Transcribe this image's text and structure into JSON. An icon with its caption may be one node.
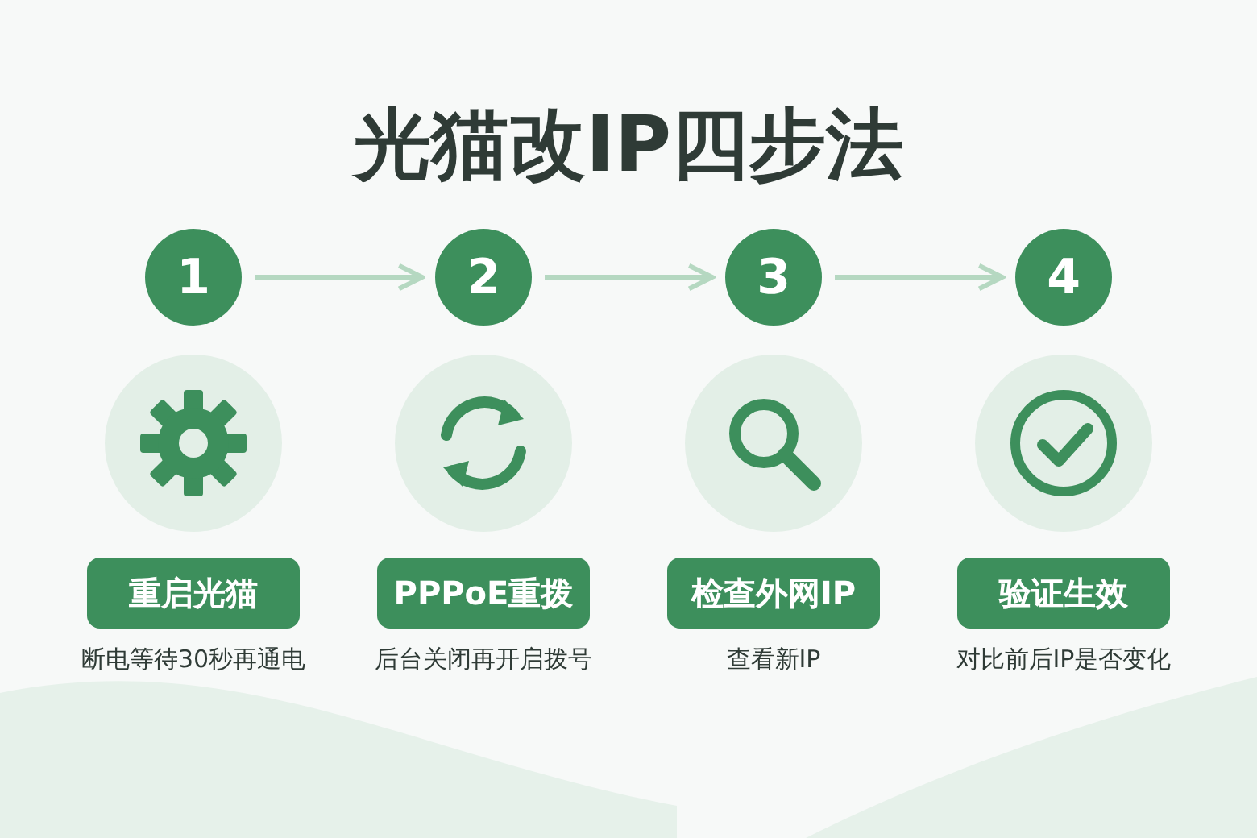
{
  "diagram": {
    "title": "光猫改IP四步法",
    "nodes": [
      {
        "text": [
          "1"
        ]
      },
      {
        "text": [
          "2"
        ]
      },
      {
        "text": [
          "3"
        ]
      },
      {
        "text": [
          "4"
        ]
      },
      {
        "text": [
          "重启光猫"
        ],
        "beside": [
          "断电等待30秒再通电"
        ]
      },
      {
        "text": [
          "PPPoE重拨"
        ],
        "beside": [
          "后台关闭再开启拨号"
        ]
      },
      {
        "text": [
          "检查外网IP"
        ],
        "beside": [
          "查看新IP"
        ]
      },
      {
        "text": [
          "验证生效"
        ],
        "beside": [
          "对比前后IP是否变化"
        ]
      }
    ],
    "edges": [
      {
        "from": 0,
        "to": 1,
        "arrow": "to"
      },
      {
        "from": 1,
        "to": 2,
        "arrow": "to"
      },
      {
        "from": 2,
        "to": 3,
        "arrow": "to"
      }
    ]
  }
}
